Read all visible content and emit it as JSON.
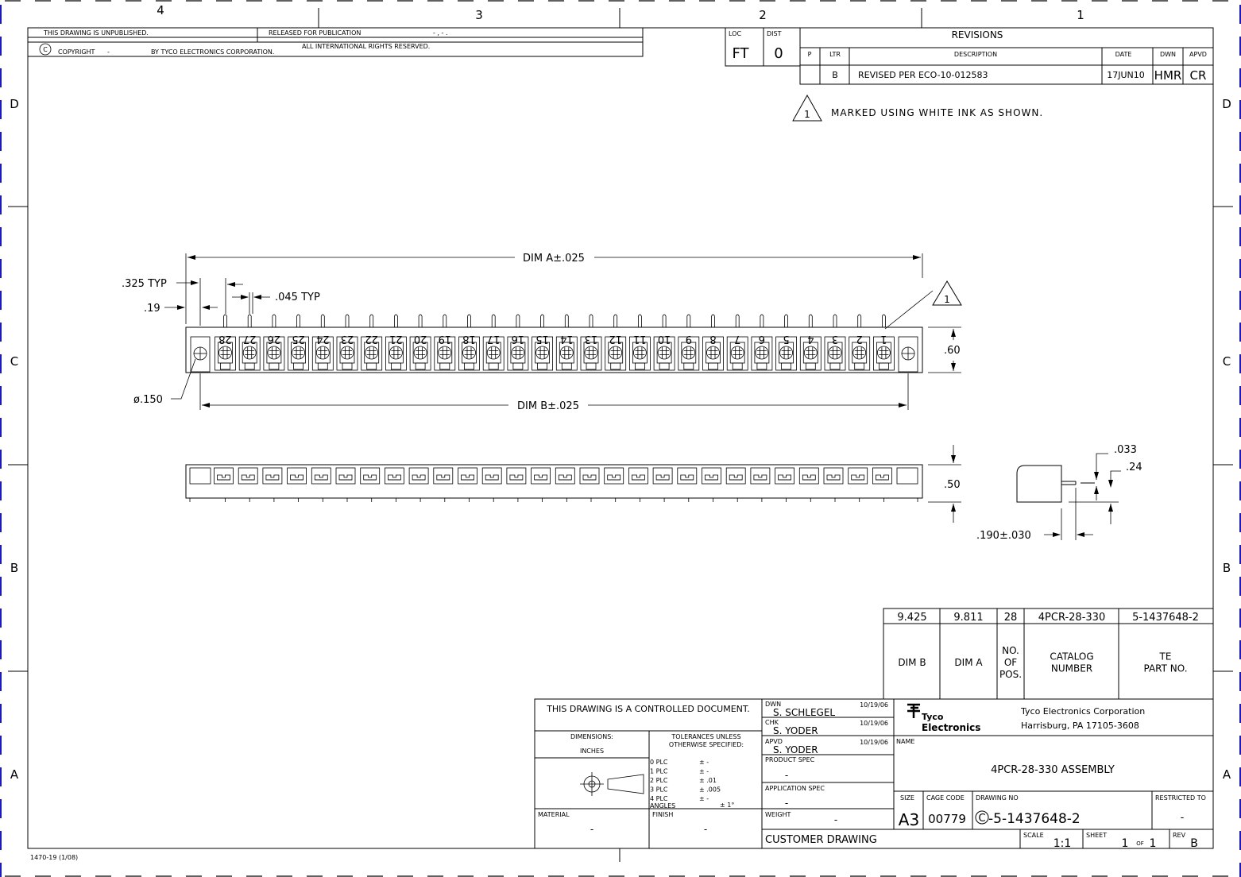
{
  "border": {
    "columns_top": [
      "4",
      "3",
      "2",
      "1"
    ],
    "rows_side": [
      "D",
      "C",
      "B",
      "A"
    ]
  },
  "top_left_block": {
    "unpublished": "THIS DRAWING IS UNPUBLISHED.",
    "released": "RELEASED FOR PUBLICATION",
    "released_value": "- , -   .",
    "copyright_symbol": "C",
    "copyright": "COPYRIGHT",
    "copyright_dash": "-",
    "by_tyco": "BY TYCO ELECTRONICS CORPORATION.",
    "rights": "ALL INTERNATIONAL RIGHTS RESERVED."
  },
  "loc_dist": {
    "loc_label": "LOC",
    "loc_value": "FT",
    "dist_label": "DIST",
    "dist_value": "0"
  },
  "revisions": {
    "title": "REVISIONS",
    "headers": {
      "p": "P",
      "ltr": "LTR",
      "description": "DESCRIPTION",
      "date": "DATE",
      "dwn": "DWN",
      "apvd": "APVD"
    },
    "row": {
      "ltr": "B",
      "description": "REVISED PER ECO-10-012583",
      "date": "17JUN10",
      "dwn": "HMR",
      "apvd": "CR"
    }
  },
  "note": {
    "flag": "1",
    "text": "MARKED USING WHITE INK AS SHOWN."
  },
  "dimensions": {
    "dim_a": "DIM A±.025",
    "dim_b": "DIM B±.025",
    "typ_325": ".325 TYP",
    "d_19": ".19",
    "typ_045": ".045 TYP",
    "hole": "ø.150",
    "h_60": ".60",
    "h_50": ".50",
    "d_033": ".033",
    "d_24": ".24",
    "d_190": ".190±.030",
    "flag": "1"
  },
  "terminal_numbers": [
    "28",
    "27",
    "26",
    "25",
    "24",
    "23",
    "22",
    "21",
    "20",
    "19",
    "18",
    "17",
    "16",
    "15",
    "14",
    "13",
    "12",
    "11",
    "10",
    "9",
    "8",
    "7",
    "6",
    "5",
    "4",
    "3",
    "2",
    "1"
  ],
  "tabulation": {
    "values": [
      "9.425",
      "9.811",
      "28",
      "4PCR-28-330",
      "5-1437648-2"
    ],
    "headers": [
      "DIM B",
      "DIM A",
      "NO.|OF|POS.",
      "CATALOG|NUMBER",
      "TE|PART NO."
    ]
  },
  "title_block": {
    "controlled": "THIS DRAWING IS A CONTROLLED DOCUMENT.",
    "dimensions_label": "DIMENSIONS:",
    "dimensions_unit": "INCHES",
    "tolerances_title": "TOLERANCES UNLESS|OTHERWISE SPECIFIED:",
    "tolerances": [
      {
        "plc": "0  PLC",
        "val": "± -"
      },
      {
        "plc": "1  PLC",
        "val": "± -"
      },
      {
        "plc": "2  PLC",
        "val": "± .01"
      },
      {
        "plc": "3  PLC",
        "val": "± .005"
      },
      {
        "plc": "4  PLC",
        "val": "± -"
      }
    ],
    "angles_label": "ANGLES",
    "angles_val": "± 1°",
    "material_label": "MATERIAL",
    "material_value": "-",
    "finish_label": "FINISH",
    "finish_value": "-",
    "dwn_label": "DWN",
    "dwn_name": "S. SCHLEGEL",
    "dwn_date": "10/19/06",
    "chk_label": "CHK",
    "chk_name": "S. YODER",
    "chk_date": "10/19/06",
    "apvd_label": "APVD",
    "apvd_name": "S. YODER",
    "apvd_date": "10/19/06",
    "product_spec_label": "PRODUCT SPEC",
    "product_spec_value": "-",
    "application_spec_label": "APPLICATION SPEC",
    "application_spec_value": "-",
    "weight_label": "WEIGHT",
    "weight_value": "-",
    "customer_drawing": "CUSTOMER DRAWING",
    "logo_line1": "Tyco",
    "logo_line2": "Electronics",
    "company": "Tyco Electronics Corporation",
    "address": "Harrisburg, PA 17105-3608",
    "name_label": "NAME",
    "name_value": "4PCR-28-330 ASSEMBLY",
    "size_label": "SIZE",
    "size_value": "A3",
    "cage_label": "CAGE CODE",
    "cage_value": "00779",
    "drawing_no_label": "DRAWING NO",
    "drawing_no_prefix": "C",
    "drawing_no_value": "-5-1437648-2",
    "restricted_label": "RESTRICTED TO",
    "restricted_value": "-",
    "scale_label": "SCALE",
    "scale_value": "1:1",
    "sheet_label": "SHEET",
    "sheet_value": "1",
    "sheet_of": "OF",
    "sheet_total": "1",
    "rev_label": "REV",
    "rev_value": "B"
  },
  "footer": {
    "form_no": "1470-19  (1/08)"
  },
  "colors": {
    "frame_tick": "#1a1ab8",
    "ink": "#000000"
  }
}
